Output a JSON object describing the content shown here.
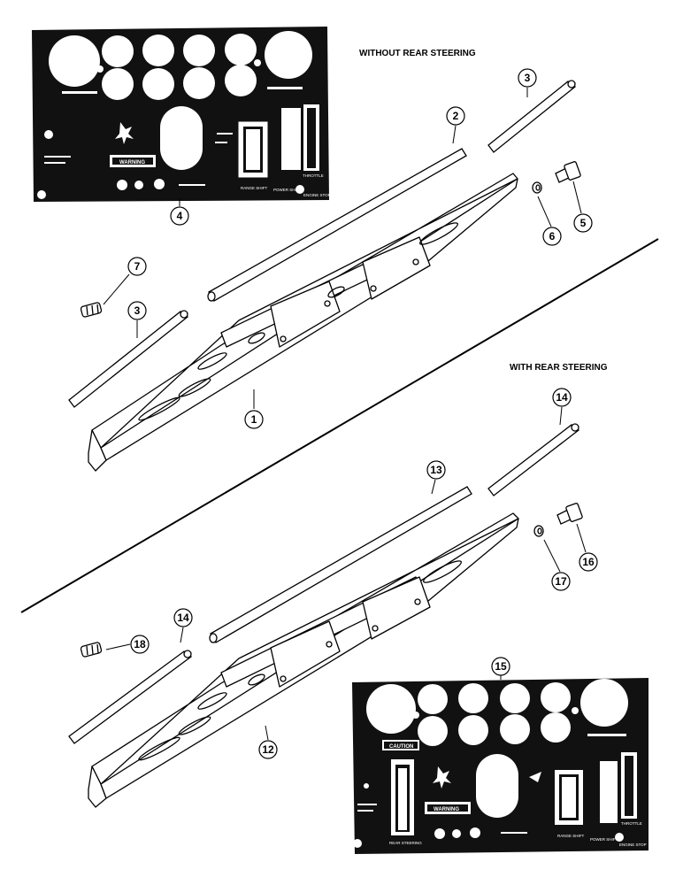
{
  "headings": {
    "without_rear_steering": "WITHOUT REAR STEERING",
    "with_rear_steering": "WITH REAR STEERING"
  },
  "callouts": [
    "1",
    "2",
    "3",
    "3",
    "4",
    "5",
    "6",
    "7",
    "12",
    "13",
    "14",
    "14",
    "15",
    "16",
    "17",
    "18"
  ],
  "panel_top": {
    "warning": "WARNING",
    "range_shift": "RANGE SHIFT",
    "power_shift": "POWER SHIFT",
    "engine_stop": "ENGINE STOP",
    "throttle": "THROTTLE"
  },
  "panel_bottom": {
    "caution": "CAUTION",
    "warning": "WARNING",
    "rear_steering": "REAR STEERING",
    "range_shift": "RANGE SHIFT",
    "power_shift": "POWER SHIFT",
    "engine_stop": "ENGINE STOP",
    "throttle": "THROTTLE"
  },
  "colors": {
    "ink": "#000000",
    "paper": "#ffffff"
  }
}
